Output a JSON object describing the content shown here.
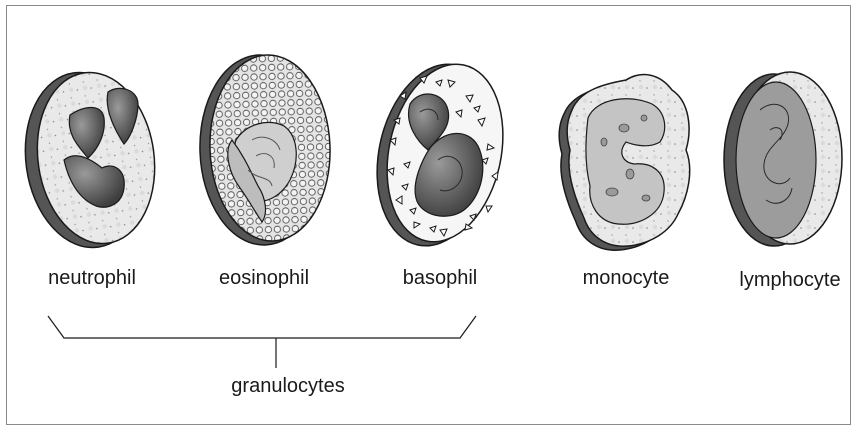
{
  "cells": [
    {
      "id": "neutrophil",
      "label": "neutrophil"
    },
    {
      "id": "eosinophil",
      "label": "eosinophil"
    },
    {
      "id": "basophil",
      "label": "basophil"
    },
    {
      "id": "monocyte",
      "label": "monocyte"
    },
    {
      "id": "lymphocyte",
      "label": "lymphocyte"
    }
  ],
  "group": {
    "label": "granulocytes",
    "members": [
      "neutrophil",
      "eosinophil",
      "basophil"
    ]
  },
  "colors": {
    "stroke": "#1a1a1a",
    "rim": "#555555",
    "cytoplasm": "#ececec",
    "nucleus": "#6e6e6e",
    "nucleus_light": "#b9b9b9"
  }
}
